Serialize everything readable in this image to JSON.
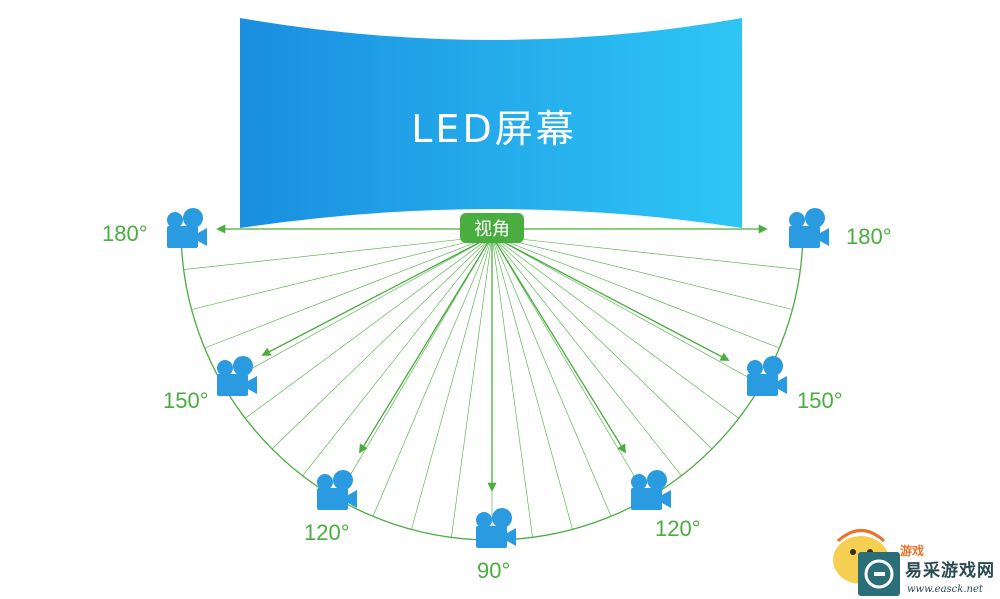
{
  "screen": {
    "title": "LED屏幕",
    "color_left": "#1a8ee0",
    "color_right": "#2ec6f5"
  },
  "badge": {
    "label": "视角",
    "color": "#4aad3f"
  },
  "angles": [
    {
      "label": "180°",
      "side": "left"
    },
    {
      "label": "150°",
      "side": "left"
    },
    {
      "label": "120°",
      "side": "left"
    },
    {
      "label": "90°",
      "side": "center"
    },
    {
      "label": "120°",
      "side": "right"
    },
    {
      "label": "150°",
      "side": "right"
    },
    {
      "label": "180°",
      "side": "right"
    }
  ],
  "colors": {
    "line": "#4aad3f",
    "camera": "#2a9be0"
  },
  "icons": {
    "camera": "video-camera-icon"
  },
  "watermark": {
    "site_name": "易采游戏网",
    "url": "www.easck.net",
    "tag": "游戏"
  }
}
